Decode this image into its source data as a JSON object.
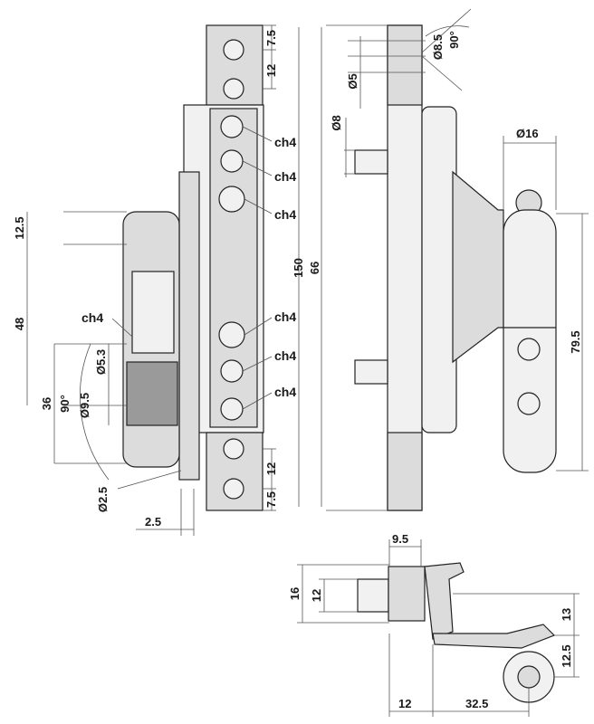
{
  "left_view": {
    "chamfer_labels": [
      "ch4",
      "ch4",
      "ch4",
      "ch4",
      "ch4",
      "ch4",
      "ch4"
    ],
    "dimensions": {
      "top_gap": "7.5",
      "top_pitch": "12",
      "bottom_pitch": "12",
      "bottom_gap": "7.5",
      "total_height": "150",
      "barrel_top": "12.5",
      "barrel_height": "48",
      "lower_height": "36",
      "bore_diameter": "Ø5.3",
      "pin_diameter": "Ø9.5",
      "angle": "90°",
      "hole_diameter": "Ø2.5",
      "plate_thickness": "2.5"
    }
  },
  "middle_view": {
    "dimensions": {
      "angle": "90°",
      "countersink": "Ø8.5",
      "screw_hole": "Ø5",
      "pin_diameter": "Ø8",
      "pin_spacing": "66"
    }
  },
  "right_view": {
    "dimensions": {
      "diameter": "Ø16",
      "height": "79.5"
    }
  },
  "bottom_view": {
    "dimensions": {
      "top_width": "9.5",
      "outer_height": "16",
      "inner_height": "12",
      "right_upper": "13",
      "right_lower": "12.5",
      "bottom_left": "12",
      "bottom_right": "32.5"
    }
  }
}
